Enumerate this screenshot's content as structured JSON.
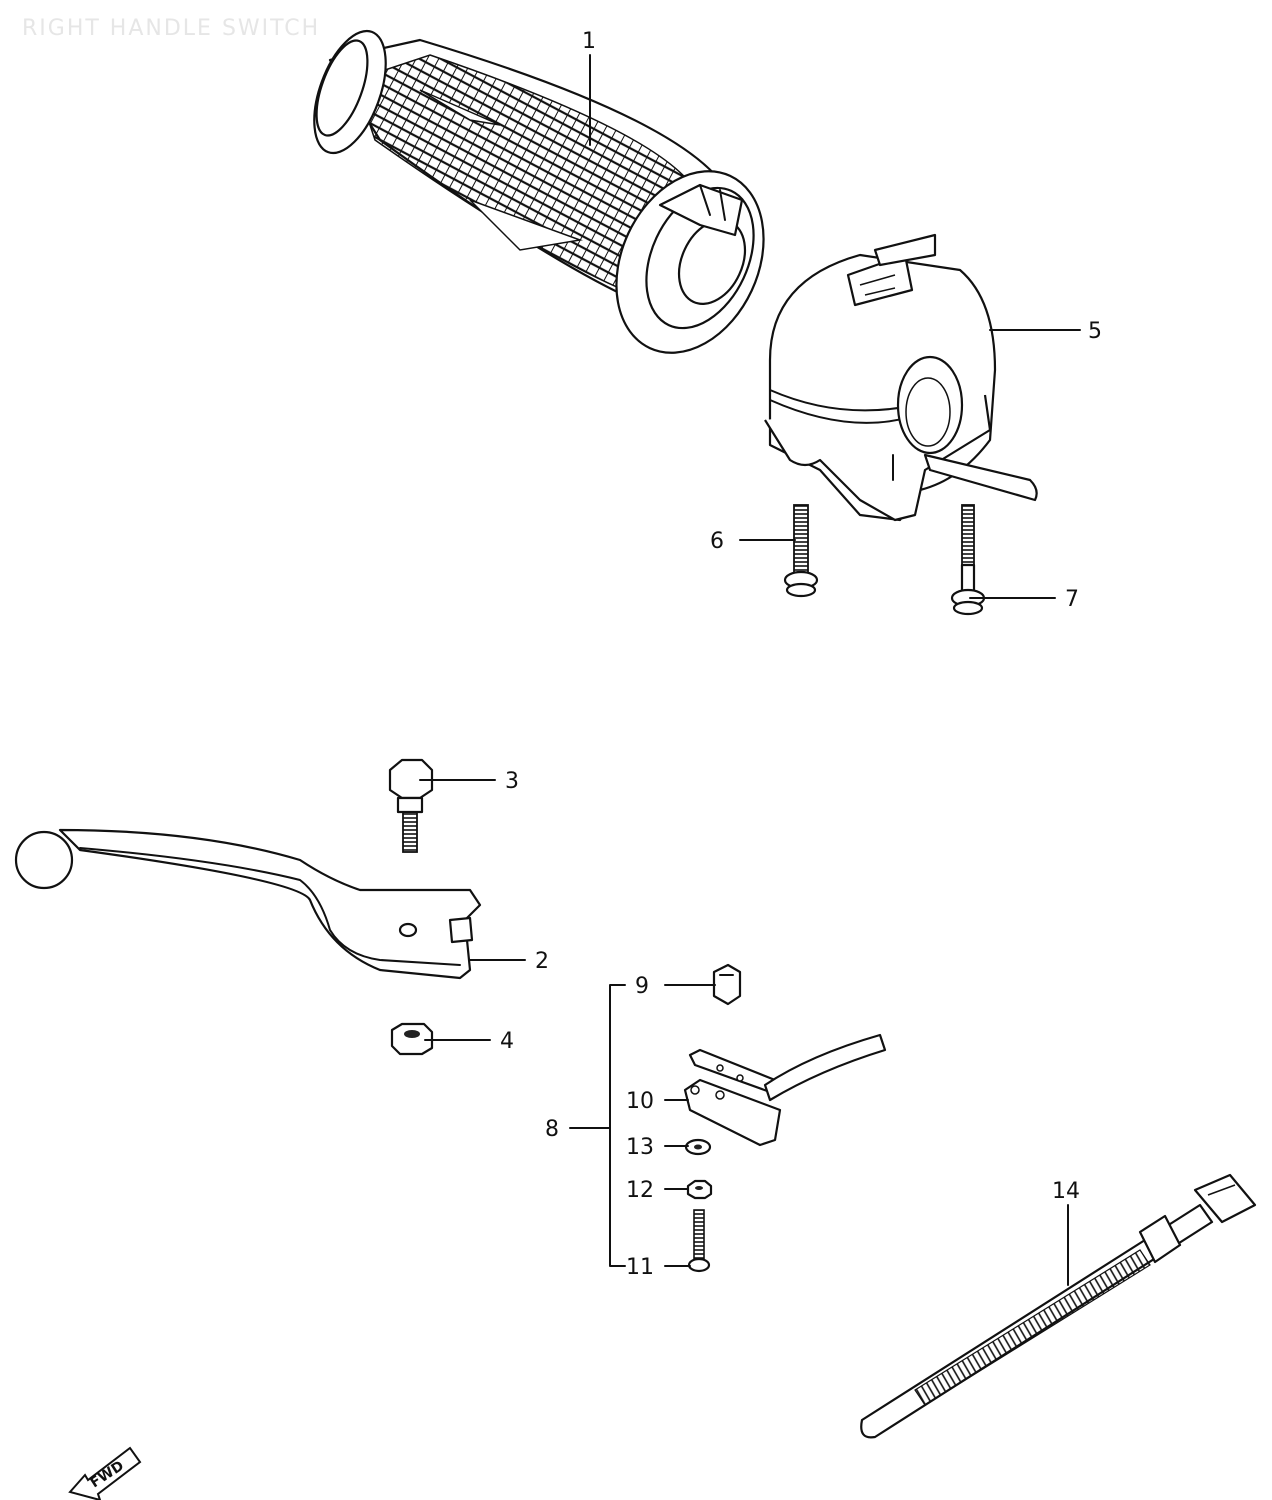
{
  "diagram": {
    "title": "RIGHT HANDLE SWITCH",
    "fwd_label": "FWD",
    "callouts": [
      {
        "id": "1",
        "label": "1",
        "part": "throttle-grip"
      },
      {
        "id": "2",
        "label": "2",
        "part": "brake-lever"
      },
      {
        "id": "3",
        "label": "3",
        "part": "lever-pivot-bolt"
      },
      {
        "id": "4",
        "label": "4",
        "part": "lever-nut"
      },
      {
        "id": "5",
        "label": "5",
        "part": "handle-switch-housing"
      },
      {
        "id": "6",
        "label": "6",
        "part": "screw-short"
      },
      {
        "id": "7",
        "label": "7",
        "part": "screw-long"
      },
      {
        "id": "8",
        "label": "8",
        "part": "stop-switch-assembly"
      },
      {
        "id": "9",
        "label": "9",
        "part": "switch-plunger"
      },
      {
        "id": "10",
        "label": "10",
        "part": "switch-body"
      },
      {
        "id": "11",
        "label": "11",
        "part": "switch-screw"
      },
      {
        "id": "12",
        "label": "12",
        "part": "nut"
      },
      {
        "id": "13",
        "label": "13",
        "part": "washer"
      },
      {
        "id": "14",
        "label": "14",
        "part": "cable-tie"
      }
    ]
  }
}
